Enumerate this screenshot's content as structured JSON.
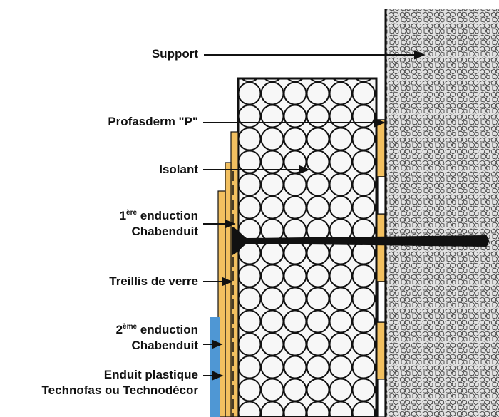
{
  "labels": {
    "support": "Support",
    "profasderm": "Profasderm \"P\"",
    "isolant": "Isolant",
    "enduction1": {
      "num": "1",
      "sup": "ère",
      "text": " enduction",
      "line2": "Chabenduit"
    },
    "treillis": "Treillis de verre",
    "enduction2": {
      "num": "2",
      "sup": "ème",
      "text": " enduction",
      "line2": "Chabenduit"
    },
    "enduit": {
      "line1": "Enduit plastique",
      "line2": "Technofas ou Technodécor"
    }
  },
  "colors": {
    "support_fill": "#e6e6e6",
    "insulation_fill": "#f7f7f7",
    "adhesive": "#f2c060",
    "render_blue": "#4f97d4",
    "line": "#111111"
  }
}
